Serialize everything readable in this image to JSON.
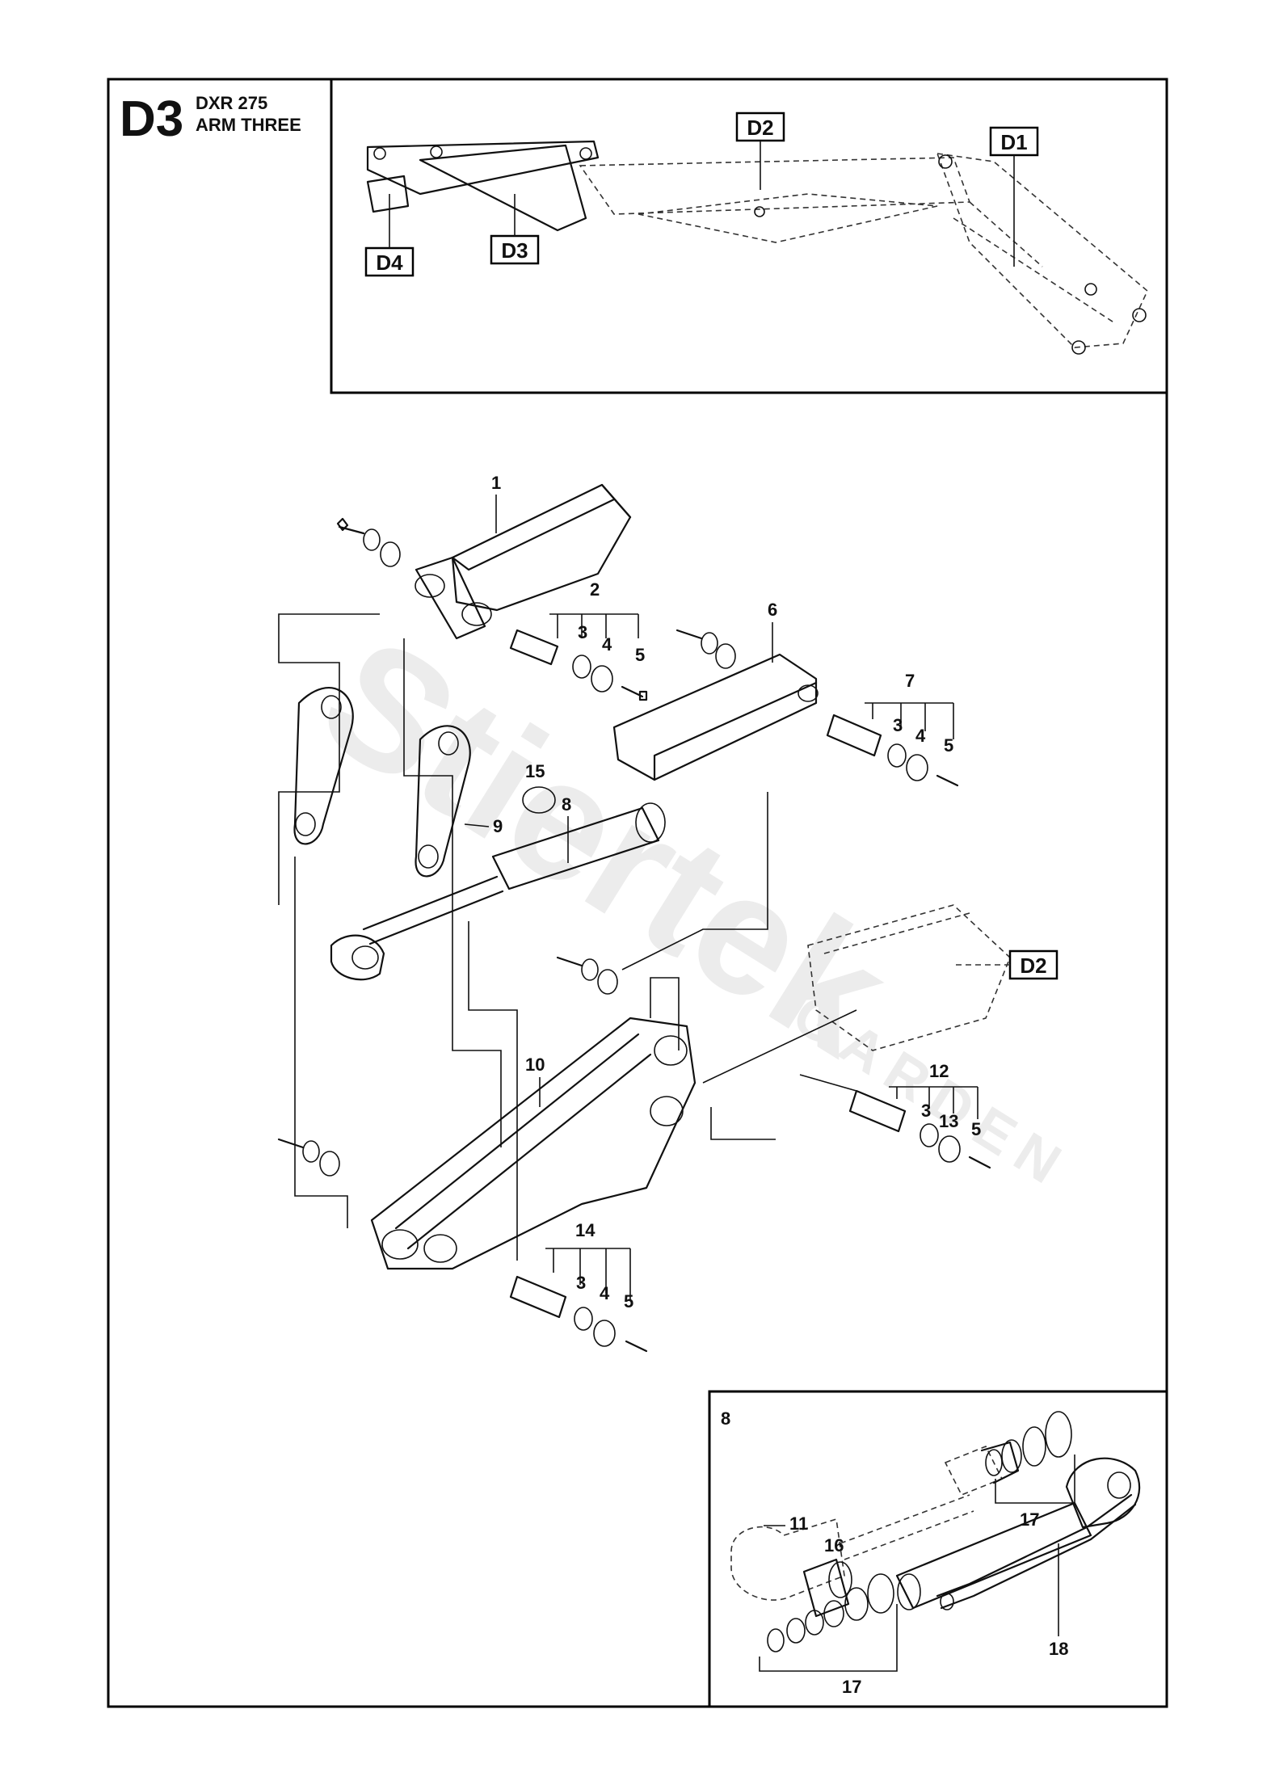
{
  "header": {
    "section_code": "D3",
    "model": "DXR 275",
    "assembly_title": "ARM THREE"
  },
  "overview": {
    "refs": [
      "D1",
      "D2",
      "D3",
      "D4"
    ]
  },
  "main_diagram": {
    "part_callouts": [
      "1",
      "2",
      "3",
      "4",
      "5",
      "6",
      "7",
      "8",
      "9",
      "10",
      "12",
      "13",
      "14",
      "15"
    ],
    "cross_ref": "D2"
  },
  "inset": {
    "label": "8",
    "part_callouts": [
      "11",
      "16",
      "17",
      "18"
    ]
  },
  "watermark": {
    "brand": "Stiertek",
    "sub": "GARDEN"
  }
}
